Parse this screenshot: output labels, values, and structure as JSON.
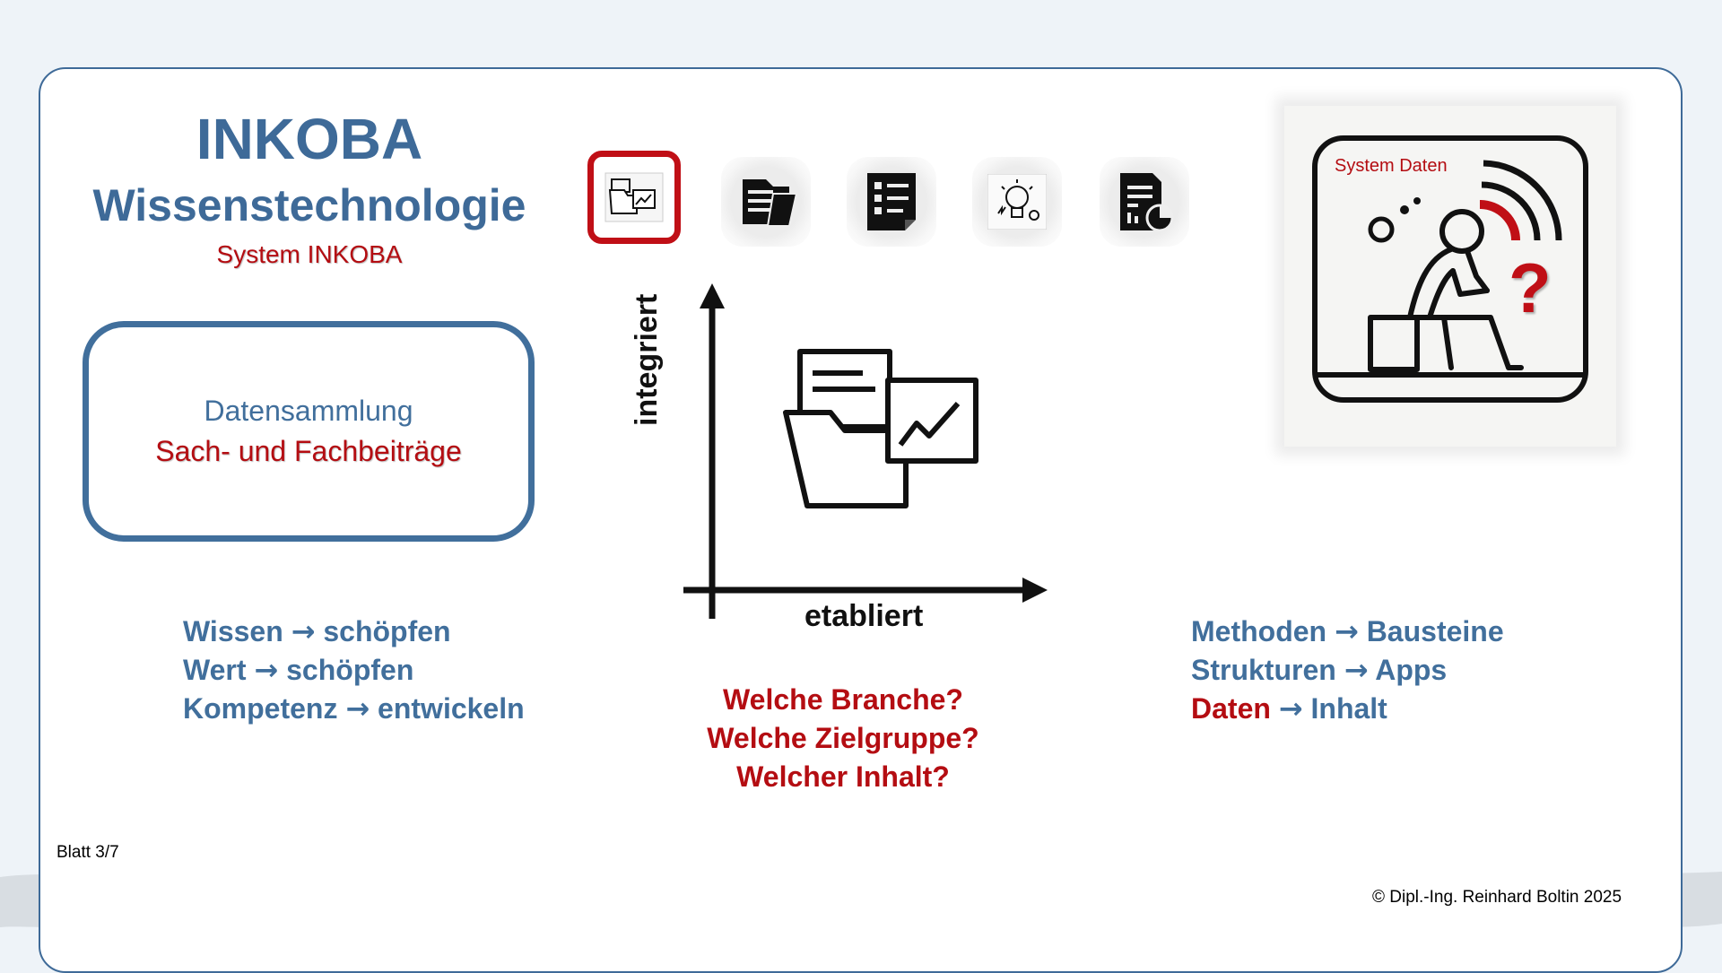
{
  "header": {
    "title": "INKOBA",
    "subtitle": "Wissenstechnologie",
    "system": "System INKOBA"
  },
  "box": {
    "line1": "Datensammlung",
    "line2": "Sach- und Fachbeiträge"
  },
  "toolbar": {
    "icons": [
      "folder-chart-icon",
      "folder-icon",
      "checklist-icon",
      "lightbulb-icon",
      "document-chart-icon"
    ],
    "active_index": 0
  },
  "chart": {
    "y_label": "integriert",
    "x_label": "etabliert"
  },
  "left_list": [
    {
      "a": "Wissen",
      "b": "schöpfen"
    },
    {
      "a": "Wert",
      "b": "schöpfen"
    },
    {
      "a": "Kompetenz",
      "b": "entwickeln"
    }
  ],
  "questions": [
    "Welche Branche?",
    "Welche Zielgruppe?",
    "Welcher Inhalt?"
  ],
  "right_list": [
    {
      "a": "Methoden",
      "b": "Bausteine"
    },
    {
      "a": "Strukturen",
      "b": "Apps"
    },
    {
      "a": "Daten",
      "b": "Inhalt"
    }
  ],
  "arrow": "→",
  "card": {
    "label": "System Daten",
    "mark": "?"
  },
  "footer": {
    "sheet": "Blatt 3/7",
    "copyright": "© Dipl.-Ing. Reinhard Boltin 2025"
  },
  "colors": {
    "blue": "#416f9c",
    "red": "#b40d12"
  }
}
